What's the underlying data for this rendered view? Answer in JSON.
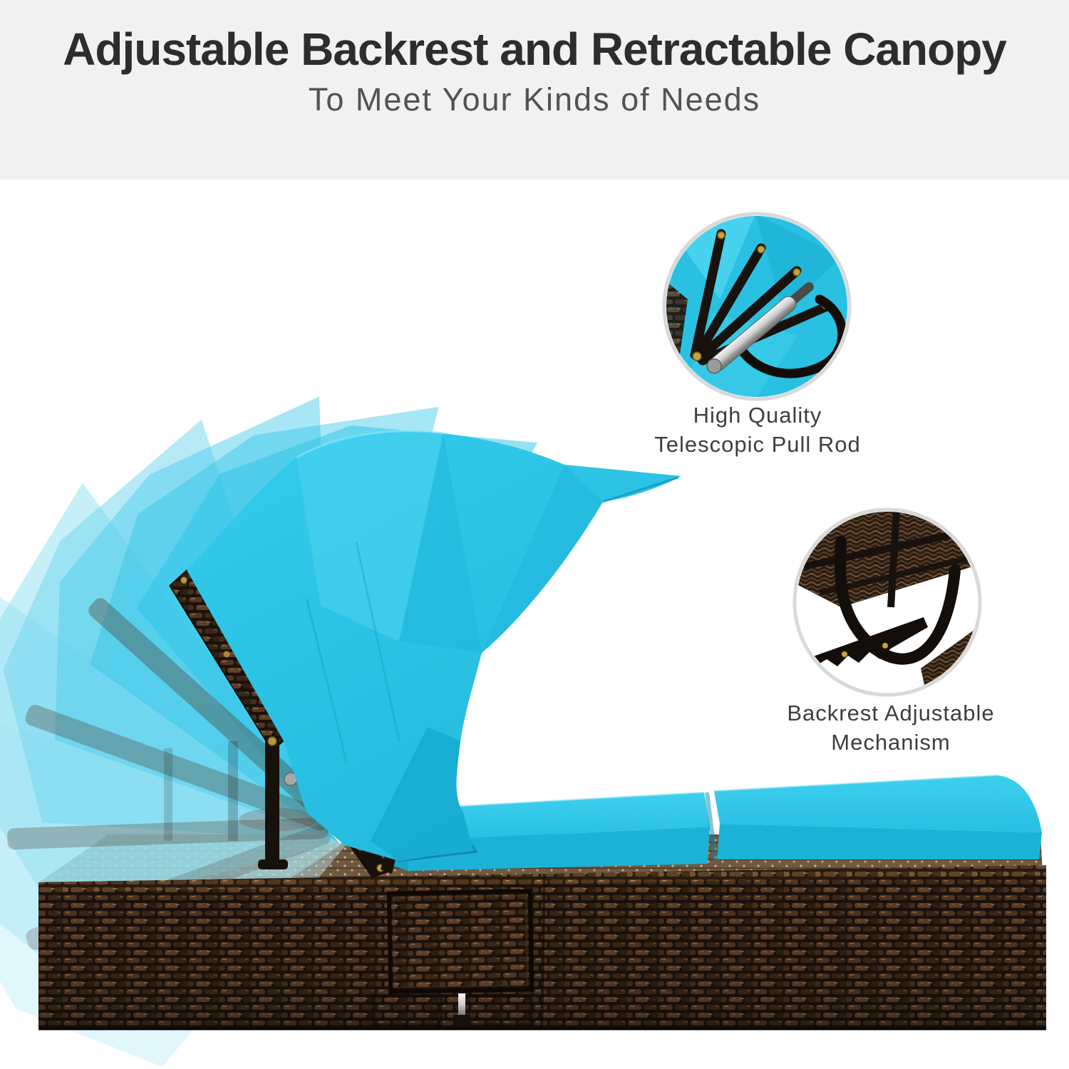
{
  "header": {
    "title": "Adjustable Backrest and Retractable Canopy",
    "subtitle": "To Meet Your Kinds of Needs"
  },
  "callouts": [
    {
      "id": "telescopic-pull-rod",
      "line1": "High Quality",
      "line2": "Telescopic Pull Rod"
    },
    {
      "id": "backrest-mechanism",
      "line1": "Backrest Adjustable",
      "line2": "Mechanism"
    }
  ],
  "colors": {
    "band_background": "#f1f1f1",
    "title_text": "#2f2c2c",
    "subtitle_text": "#555152",
    "caption_text": "#413d3d",
    "canopy_turquoise": "#29c3e6",
    "cushion_turquoise": "#2fc6e9",
    "ghost_turquoise": "#9fe3f2",
    "wicker_dark_brown": "#241711",
    "wicker_highlight": "#6b4a2c",
    "frame_black": "#17110c",
    "rod_silver": "#cfcfcf",
    "callout_ring": "#d9d9d9"
  }
}
